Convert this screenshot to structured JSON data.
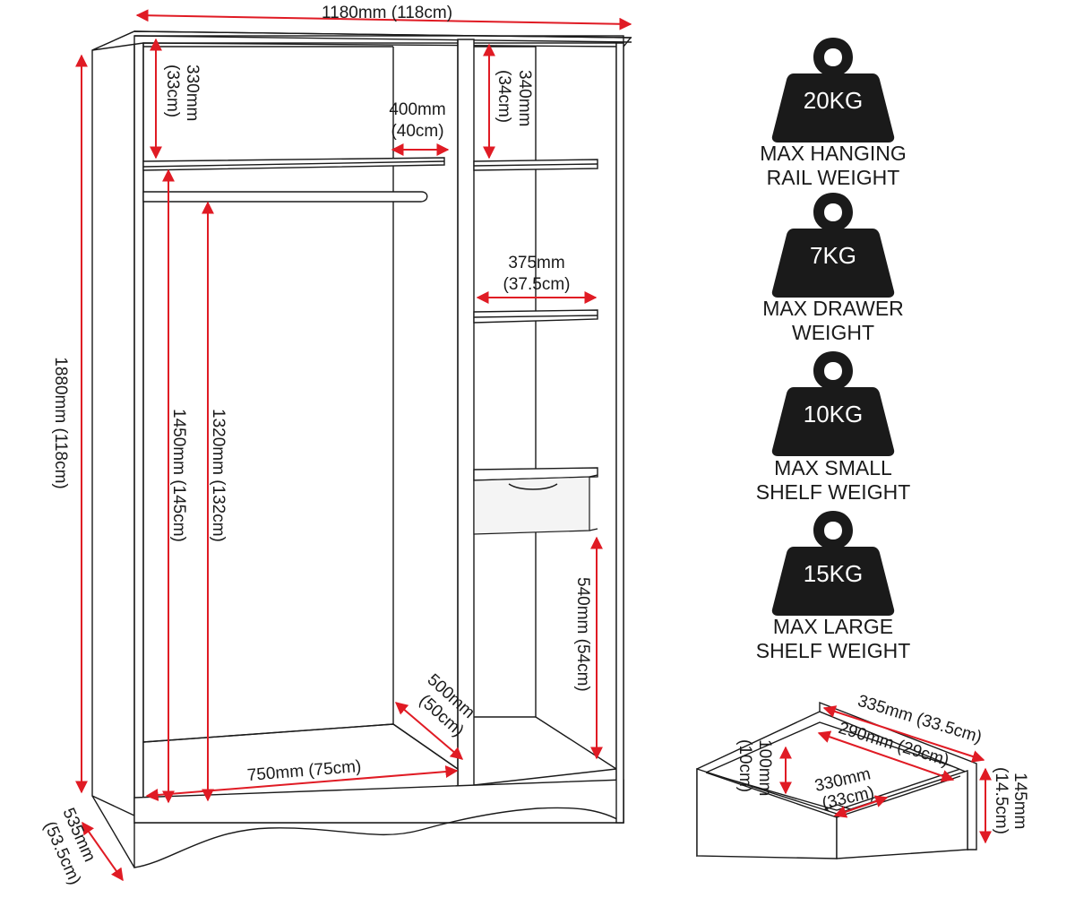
{
  "dimensions": {
    "width": "1180mm (118cm)",
    "height": "1880mm (118cm)",
    "depth_mm": "535mm",
    "depth_cm": "(53.5cm)",
    "top_left_mm": "330mm",
    "top_left_cm": "(33cm)",
    "top_right_mm": "340mm",
    "top_right_cm": "(34cm)",
    "rail_mm": "400mm",
    "rail_cm": "(40cm)",
    "shelf_width_mm": "375mm",
    "shelf_width_cm": "(37.5cm)",
    "hang_height": "1450mm (145cm)",
    "rail_height": "1320mm (132cm)",
    "lower_right": "540mm (54cm)",
    "inner_width": "750mm (75cm)",
    "inner_depth_mm": "500mm",
    "inner_depth_cm": "(50cm)"
  },
  "drawer": {
    "outer_depth": "335mm (33.5cm)",
    "inner_depth": "290mm (29cm)",
    "inner_height_mm": "100mm",
    "inner_height_cm": "(10cm)",
    "inner_width_mm": "330mm",
    "inner_width_cm": "(33cm)",
    "outer_height_mm": "145mm",
    "outer_height_cm": "(14.5cm)"
  },
  "weights": [
    {
      "value": "20KG",
      "label_line1": "MAX HANGING",
      "label_line2": "RAIL WEIGHT"
    },
    {
      "value": "7KG",
      "label_line1": "MAX DRAWER",
      "label_line2": "WEIGHT"
    },
    {
      "value": "10KG",
      "label_line1": "MAX SMALL",
      "label_line2": "SHELF WEIGHT"
    },
    {
      "value": "15KG",
      "label_line1": "MAX LARGE",
      "label_line2": "SHELF WEIGHT"
    }
  ],
  "colors": {
    "arrow": "#e01b24",
    "weight_fill": "#1a1a1a"
  }
}
